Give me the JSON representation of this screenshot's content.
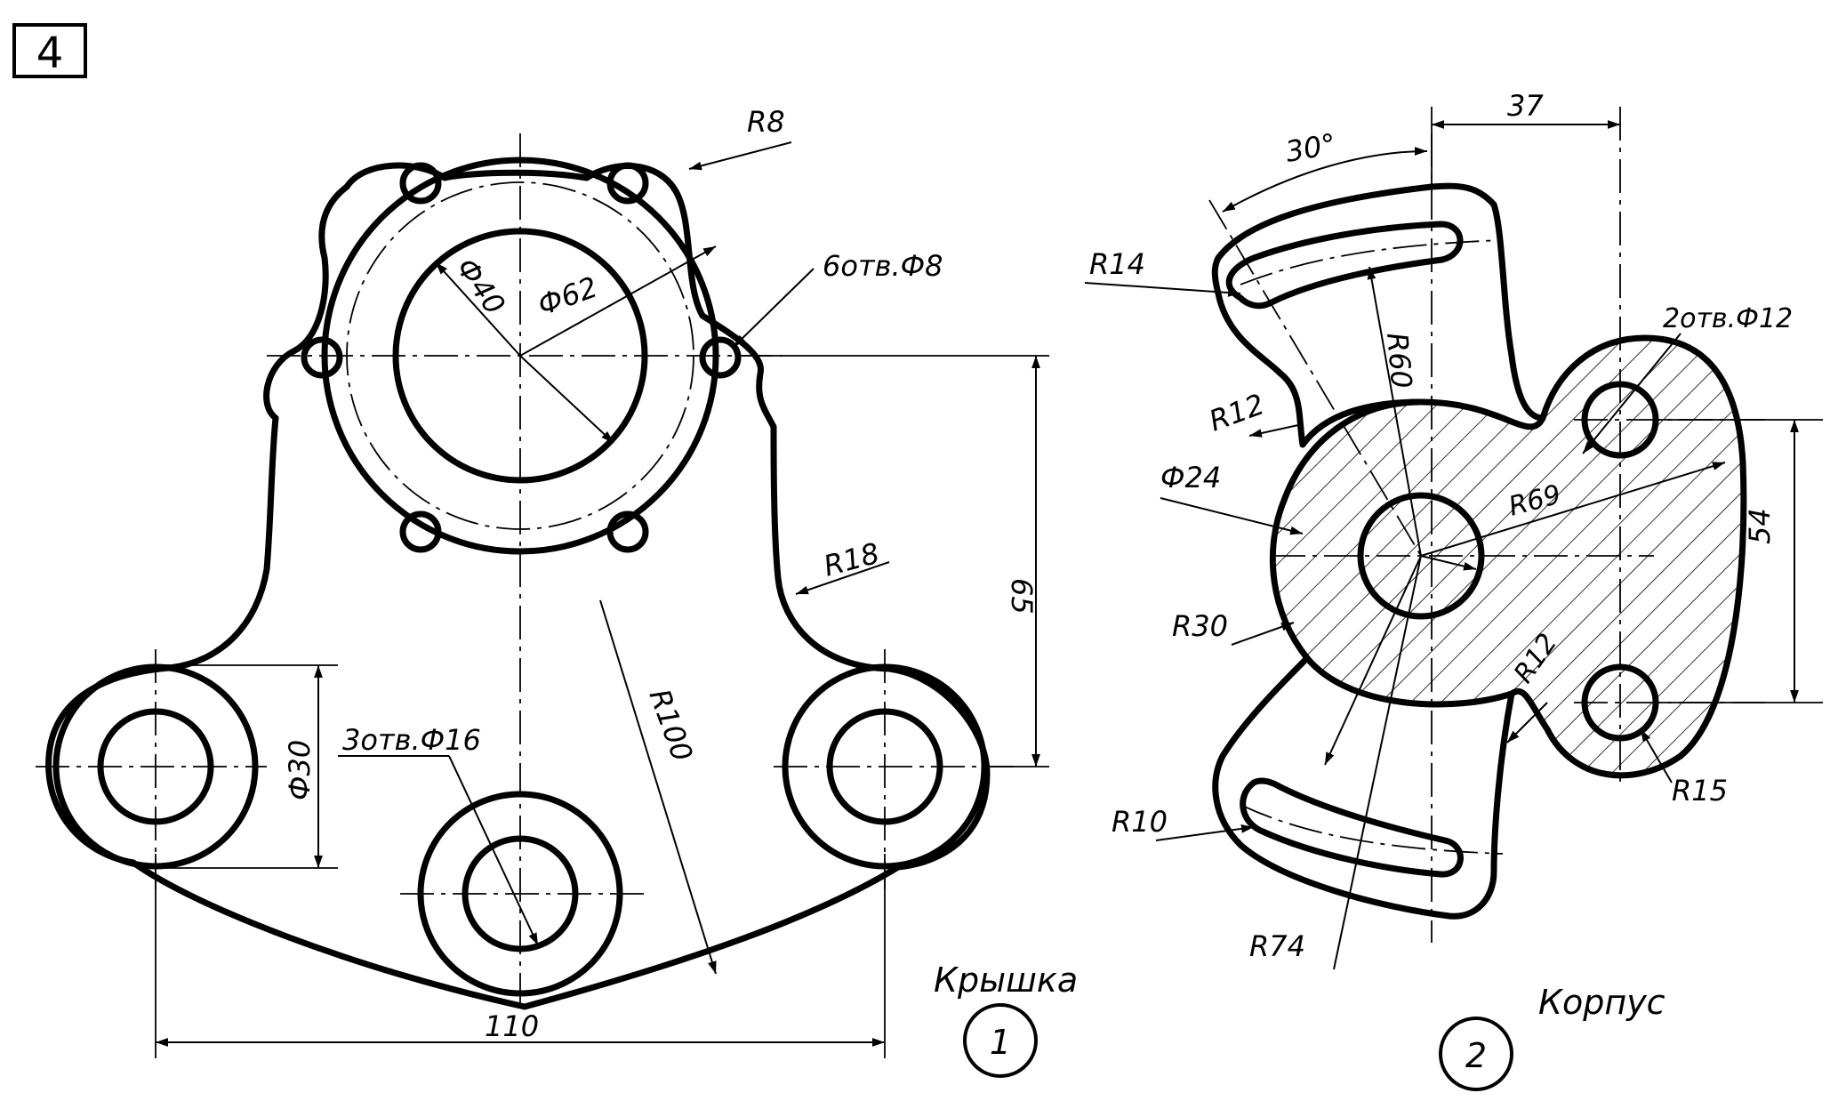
{
  "sheet_number": "4",
  "part1": {
    "name": "Крышка",
    "index": "1",
    "dims": {
      "r8": "R8",
      "holes6": "6отв.Ф8",
      "d40": "Ф40",
      "d62": "Ф62",
      "r18": "R18",
      "d65": "65",
      "r100": "R100",
      "d30": "Ф30",
      "holes3": "3отв.Ф16",
      "d110": "110"
    }
  },
  "part2": {
    "name": "Корпус",
    "index": "2",
    "dims": {
      "a30": "30°",
      "d37": "37",
      "r14": "R14",
      "holes2": "2отв.Ф12",
      "r60": "R60",
      "r12a": "R12",
      "d24": "Ф24",
      "r69": "R69",
      "d54": "54",
      "r30": "R30",
      "r12b": "R12",
      "r10": "R10",
      "r15": "R15",
      "r74": "R74"
    }
  },
  "colors": {
    "ink": "#000000",
    "paper": "#ffffff"
  }
}
